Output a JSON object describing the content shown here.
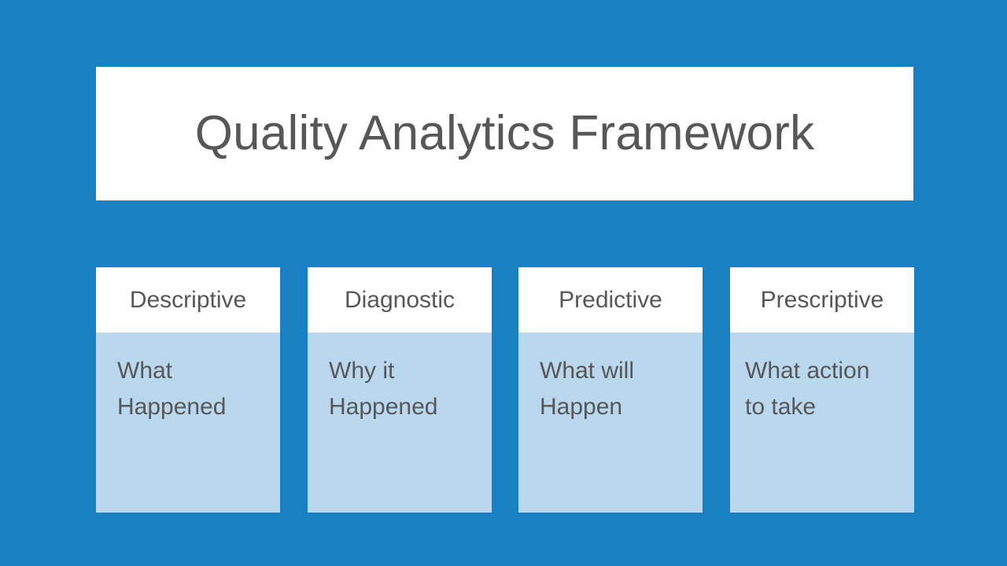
{
  "slide": {
    "background_color": "#1a80c4",
    "title": {
      "text": "Quality Analytics Framework",
      "background_color": "#ffffff",
      "text_color": "#575757"
    },
    "cards": [
      {
        "id": "descriptive",
        "header": "Descriptive",
        "body": "What\nHappened",
        "header_background": "#ffffff",
        "body_background": "#b9d8ed",
        "text_color": "#575757"
      },
      {
        "id": "diagnostic",
        "header": "Diagnostic",
        "body": "Why it\nHappened",
        "header_background": "#ffffff",
        "body_background": "#b9d8ed",
        "text_color": "#575757"
      },
      {
        "id": "predictive",
        "header": "Predictive",
        "body": "What will\nHappen",
        "header_background": "#ffffff",
        "body_background": "#b9d8ed",
        "text_color": "#575757"
      },
      {
        "id": "prescriptive",
        "header": "Prescriptive",
        "body": "What action\nto take",
        "header_background": "#ffffff",
        "body_background": "#b9d8ed",
        "text_color": "#575757"
      }
    ]
  }
}
